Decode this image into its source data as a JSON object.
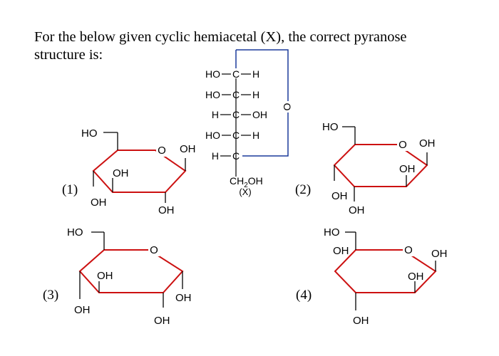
{
  "question": {
    "text": "For the  below given cyclic hemiacetal (X), the correct pyranose\nstructure is:"
  },
  "fischer": {
    "rows": [
      {
        "left": "HO",
        "center": "C",
        "right": "H"
      },
      {
        "left": "HO",
        "center": "C",
        "right": "H"
      },
      {
        "left": "H",
        "center": "C",
        "right": "OH"
      },
      {
        "left": "HO",
        "center": "C",
        "right": "H"
      },
      {
        "left": "H",
        "center": "C",
        "right": ""
      }
    ],
    "bottom_group": "CH",
    "bottom_subscript": "2",
    "bottom_suffix": "OH",
    "ring_oxygen": "O",
    "label": "(X)"
  },
  "options": [
    {
      "number": "(1)",
      "ch2oh": "HO",
      "ring_o": "O",
      "anomeric": "OH",
      "c2": "OH",
      "c3": "OH",
      "c4_oh": "OH"
    },
    {
      "number": "(2)",
      "ch2oh": "HO",
      "ring_o": "O",
      "anomeric": "OH",
      "c2": "OH",
      "c3": "OH",
      "c4_oh": "OH"
    },
    {
      "number": "(3)",
      "ch2oh": "HO",
      "ring_o": "O",
      "c2": "OH",
      "c3": "OH",
      "c4_oh": "OH"
    },
    {
      "number": "(4)",
      "ch2oh": "HO",
      "c4_oh": "OH",
      "ring_o": "O",
      "anomeric": "OH",
      "c2": "OH",
      "c3": "OH"
    }
  ],
  "colors": {
    "ring_bond": "#cc1111",
    "fischer_ring_link": "#1a3a9a",
    "text": "#000000"
  }
}
